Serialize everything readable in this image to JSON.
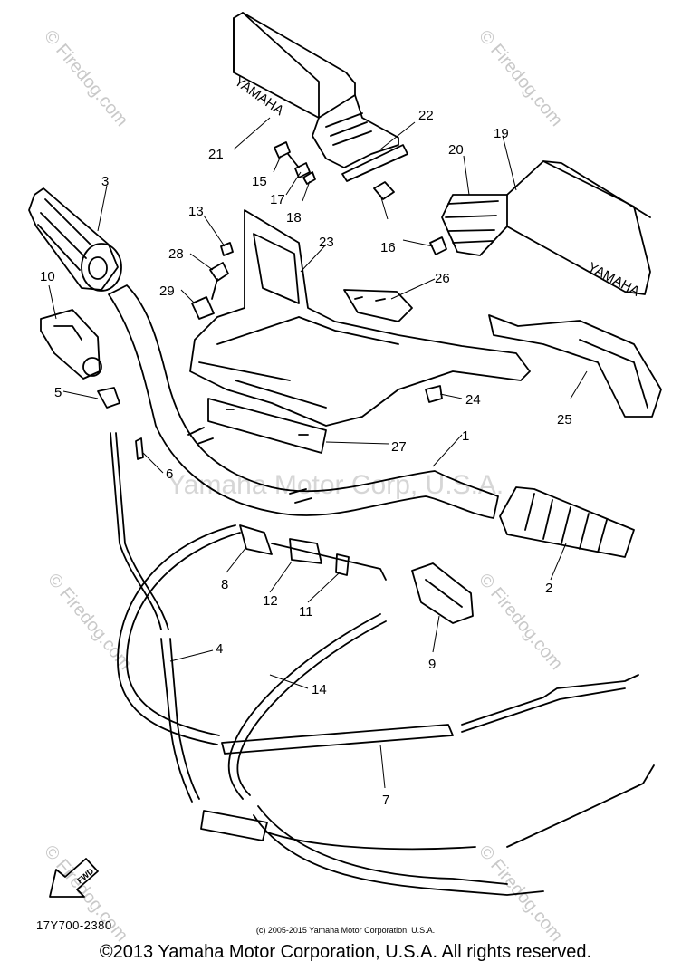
{
  "diagram": {
    "callouts": [
      "1",
      "2",
      "3",
      "4",
      "5",
      "6",
      "7",
      "8",
      "9",
      "10",
      "11",
      "12",
      "13",
      "14",
      "15",
      "16",
      "17",
      "18",
      "19",
      "20",
      "21",
      "22",
      "23",
      "24",
      "25",
      "26",
      "27",
      "28",
      "29"
    ],
    "part_labels": {
      "brand_upper": "YAMAHA",
      "brand_right": "YAMAHA",
      "fwd": "FWD"
    },
    "watermarks": {
      "corner": "© Firedog.com",
      "center": "Yamaha Motor Corp, U.S.A."
    }
  },
  "footer": {
    "diagram_code": "17Y700-2380",
    "small_copyright": "(c) 2005-2015 Yamaha Motor Corporation, U.S.A.",
    "copyright": "©2013 Yamaha Motor Corporation, U.S.A. All rights reserved."
  }
}
